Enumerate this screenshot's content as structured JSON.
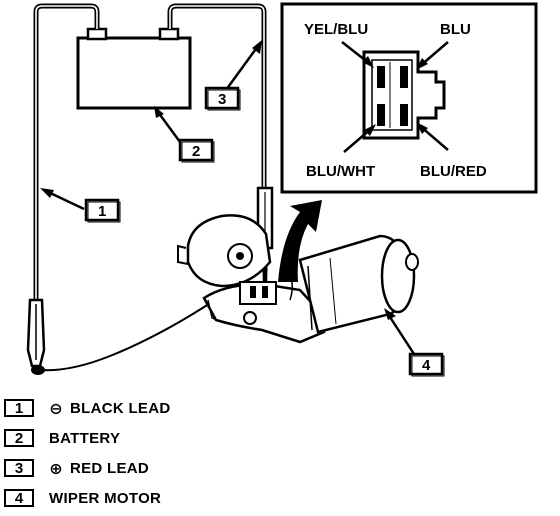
{
  "connector": {
    "top_left_label": "YEL/BLU",
    "top_right_label": "BLU",
    "bottom_left_label": "BLU/WHT",
    "bottom_right_label": "BLU/RED"
  },
  "callouts": {
    "one": "1",
    "two": "2",
    "three": "3",
    "four": "4"
  },
  "legend": [
    {
      "number": "1",
      "symbol": "⊖",
      "text": "BLACK LEAD"
    },
    {
      "number": "2",
      "symbol": "",
      "text": "BATTERY"
    },
    {
      "number": "3",
      "symbol": "⊕",
      "text": "RED LEAD"
    },
    {
      "number": "4",
      "symbol": "",
      "text": "WIPER MOTOR"
    }
  ]
}
